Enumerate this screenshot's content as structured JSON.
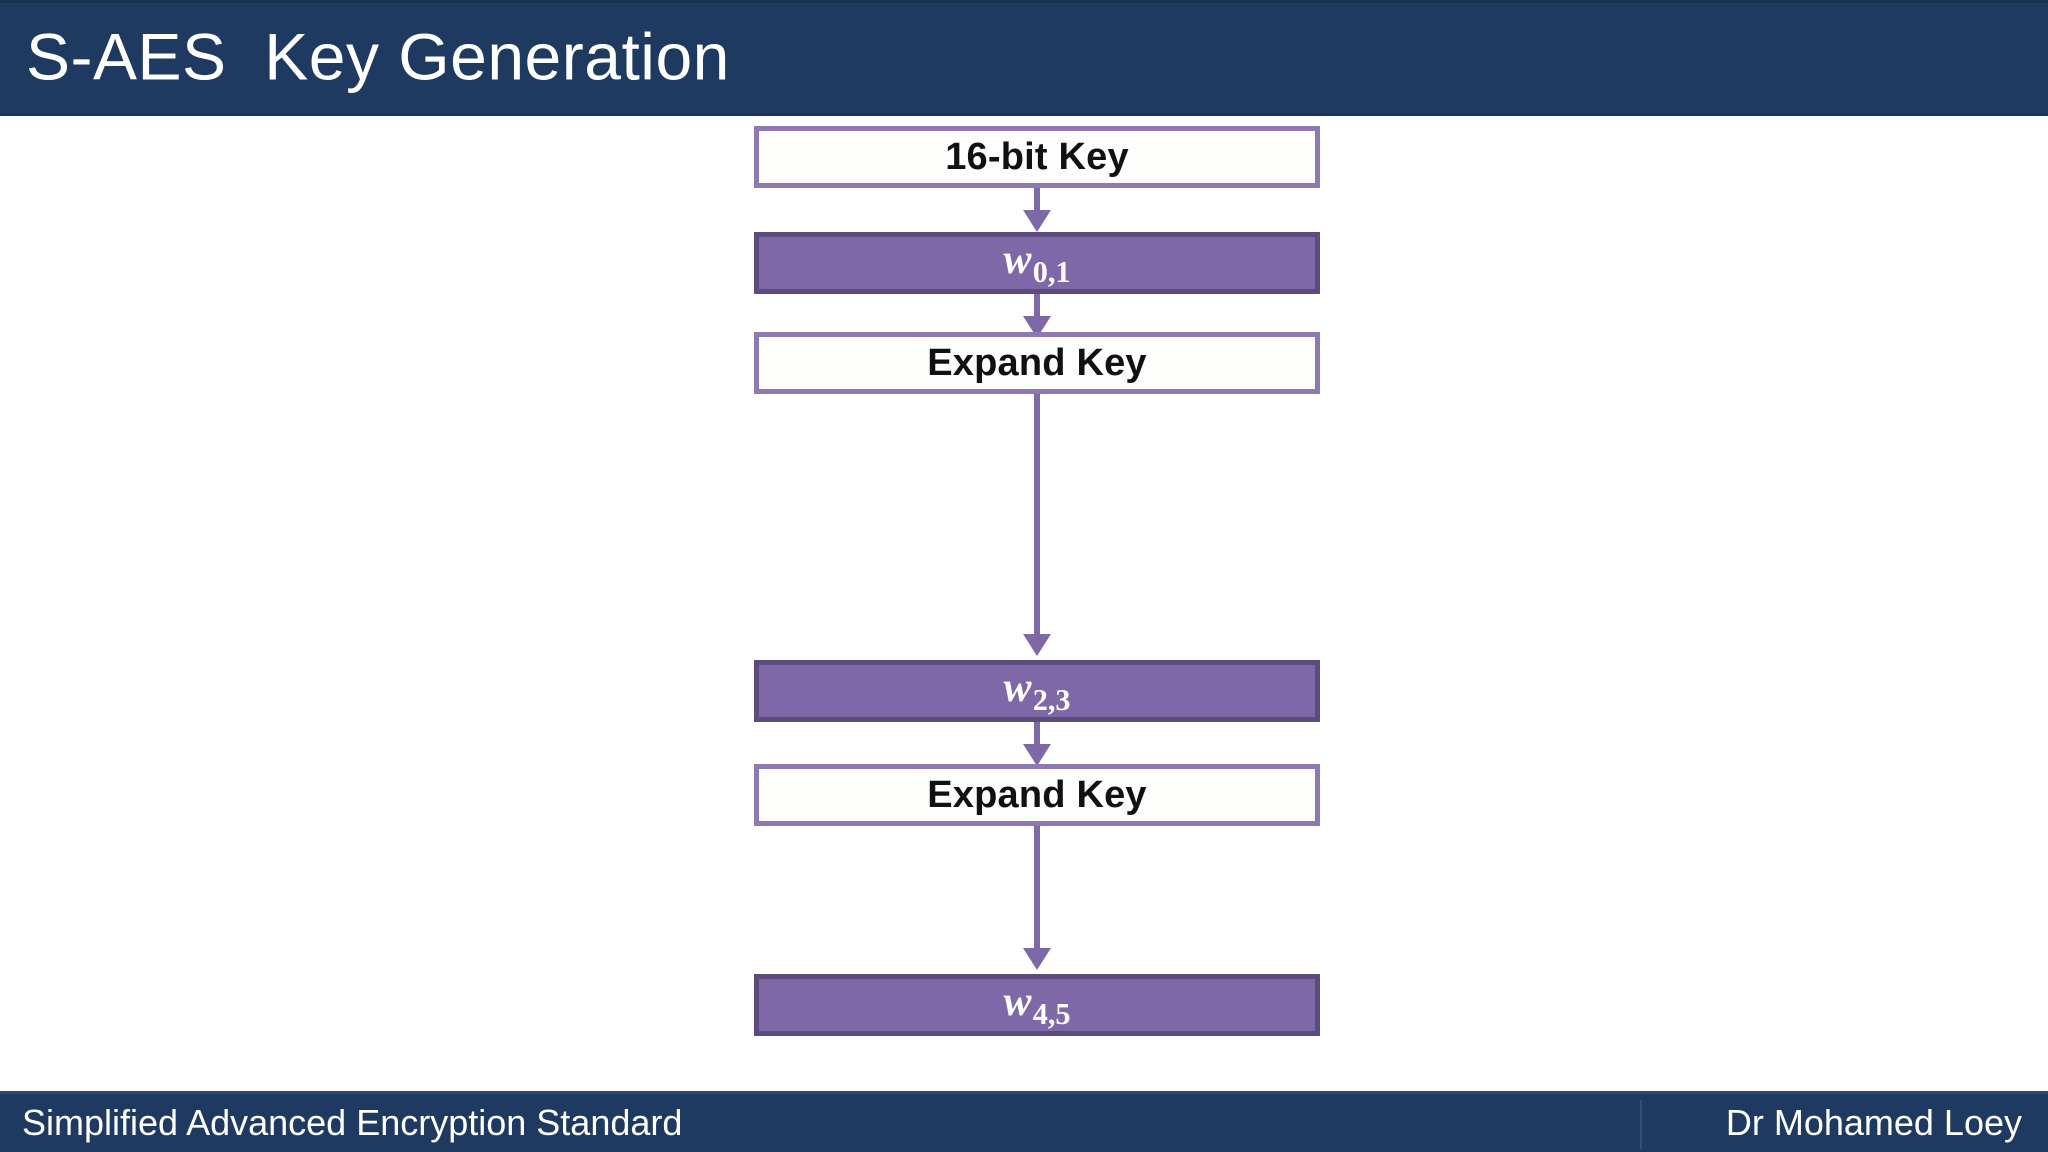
{
  "header": {
    "title": "S-AES  Key Generation",
    "background_color": "#1f3a60",
    "text_color": "#ffffff"
  },
  "footer": {
    "left_text": "Simplified Advanced Encryption Standard",
    "right_text": "Dr Mohamed Loey",
    "background_color": "#1f3a60",
    "text_color": "#ffffff"
  },
  "theme": {
    "accent_purple_fill": "#7e68a8",
    "accent_purple_border_dark": "#5d4b7e",
    "accent_purple_border_light": "#8f79b5",
    "box_fill_white": "#fdfdfb",
    "arrow_color": "#7e68a8"
  },
  "diagram": {
    "type": "flowchart",
    "orientation": "vertical",
    "nodes": [
      {
        "id": "key",
        "label": "16-bit Key",
        "label_sub": "",
        "style": "plain"
      },
      {
        "id": "w01",
        "label": "w",
        "label_sub": "0,1",
        "style": "filled"
      },
      {
        "id": "expand1",
        "label": "Expand Key",
        "label_sub": "",
        "style": "plain"
      },
      {
        "id": "w23",
        "label": "w",
        "label_sub": "2,3",
        "style": "filled"
      },
      {
        "id": "expand2",
        "label": "Expand Key",
        "label_sub": "",
        "style": "plain"
      },
      {
        "id": "w45",
        "label": "w",
        "label_sub": "4,5",
        "style": "filled"
      }
    ],
    "edges": [
      {
        "from": "key",
        "to": "w01",
        "style": "arrow-down"
      },
      {
        "from": "w01",
        "to": "expand1",
        "style": "arrow-down"
      },
      {
        "from": "expand1",
        "to": "w23",
        "style": "arrow-down-long"
      },
      {
        "from": "w23",
        "to": "expand2",
        "style": "arrow-down"
      },
      {
        "from": "expand2",
        "to": "w45",
        "style": "arrow-down-long"
      }
    ]
  }
}
